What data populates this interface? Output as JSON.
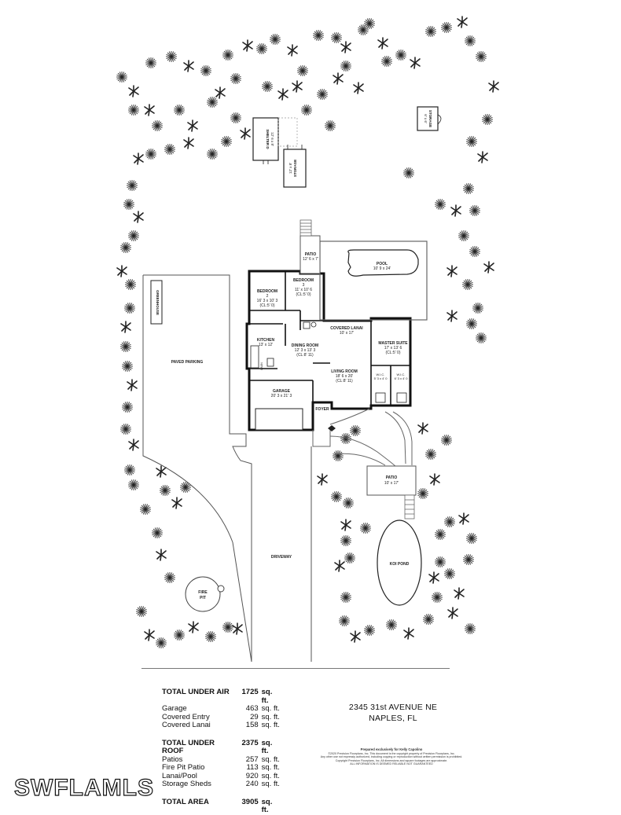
{
  "rooms": {
    "bedroom2": {
      "name": "BEDROOM",
      "num": "2",
      "dims": "16' 3 x 10' 3",
      "closet": "(CL:5' 0)"
    },
    "bedroom3": {
      "name": "BEDROOM",
      "num": "3",
      "dims": "11' x 10' 6",
      "closet": "(CL:5' 0)"
    },
    "kitchen": {
      "name": "KITCHEN",
      "dims": "13' x 12'"
    },
    "dining": {
      "name": "DINING ROOM",
      "dims": "12' 3 x 13' 3",
      "ceiling": "(CL:8' 11)"
    },
    "living": {
      "name": "LIVING ROOM",
      "dims": "18' 6 x 20'",
      "ceiling": "(CL:8' 11)"
    },
    "covered_lanai": {
      "name": "COVERED LANAI",
      "dims": "10' x 17'"
    },
    "master": {
      "name": "MASTER SUITE",
      "dims": "17' x 13' 6",
      "closet": "(CL:5' 0)"
    },
    "wic1": {
      "name": "W.I.C.",
      "dims": "5' 3 x 4' 0"
    },
    "wic2": {
      "name": "W.I.C.",
      "dims": "6' 3 x 4' 0"
    },
    "garage": {
      "name": "GARAGE",
      "dims": "20' 3 x 21' 3"
    },
    "foyer": {
      "name": "FOYER"
    },
    "pool": {
      "name": "POOL",
      "dims": "10' 9 x 24'"
    },
    "patio_top": {
      "name": "PATIO",
      "dims": "12' 6 x 7'"
    },
    "patio_right": {
      "name": "PATIO",
      "dims": "10' x 17'"
    },
    "koi_pond": {
      "name": "KOI POND"
    },
    "fire_pit": {
      "name": "FIRE",
      "name2": "PIT"
    },
    "driveway": {
      "name": "DRIVEWAY"
    },
    "paved_parking": {
      "name": "PAVED PARKING"
    },
    "greenhouse": {
      "name": "GREENHOUSE"
    },
    "shed1": {
      "name": "SHELTER D",
      "dims": "12' 6 x 8'"
    },
    "shed2": {
      "name": "STORAGE",
      "dims": "12' x 8'"
    },
    "shed3": {
      "name": "STORAGE",
      "dims": "6' x 6'"
    },
    "laundry": {
      "name": "LAUN"
    }
  },
  "area_table": {
    "under_air": {
      "label": "TOTAL UNDER AIR",
      "value": "1725",
      "unit": "sq. ft."
    },
    "garage": {
      "label": "Garage",
      "value": "463",
      "unit": "sq. ft."
    },
    "covered_entry": {
      "label": "Covered Entry",
      "value": "29",
      "unit": "sq. ft."
    },
    "covered_lanai": {
      "label": "Covered Lanai",
      "value": "158",
      "unit": "sq. ft."
    },
    "under_roof": {
      "label": "TOTAL UNDER ROOF",
      "value": "2375",
      "unit": "sq. ft."
    },
    "patios": {
      "label": "Patios",
      "value": "257",
      "unit": "sq. ft."
    },
    "fire_pit_patio": {
      "label": "Fire Pit Patio",
      "value": "113",
      "unit": "sq. ft."
    },
    "lanai_pool": {
      "label": "Lanai/Pool",
      "value": "920",
      "unit": "sq. ft."
    },
    "storage_sheds": {
      "label": "Storage Sheds",
      "value": "240",
      "unit": "sq. ft."
    },
    "total_area": {
      "label": "TOTAL AREA",
      "value": "3905",
      "unit": "sq. ft."
    }
  },
  "address": {
    "line1": "2345 31st AVENUE NE",
    "line2": "NAPLES, FL"
  },
  "credit": {
    "title": "Prepared exclusively for Kelly Capolino",
    "line1": "©2020 Precision Floorplans, Inc.  This document is the copyright property of Precision Floorplans, Inc.",
    "line2": "Any other use not expressly authorized, including copying or reproduction without written permission is prohibited.",
    "line3": "Copyright Precision Floorplans, Inc. All dimensions and square footages are approximate.",
    "line4": "ALL INFORMATION IS DEEMED RELIABLE NOT GUARANTEED"
  },
  "watermark": "SWFLAMLS"
}
